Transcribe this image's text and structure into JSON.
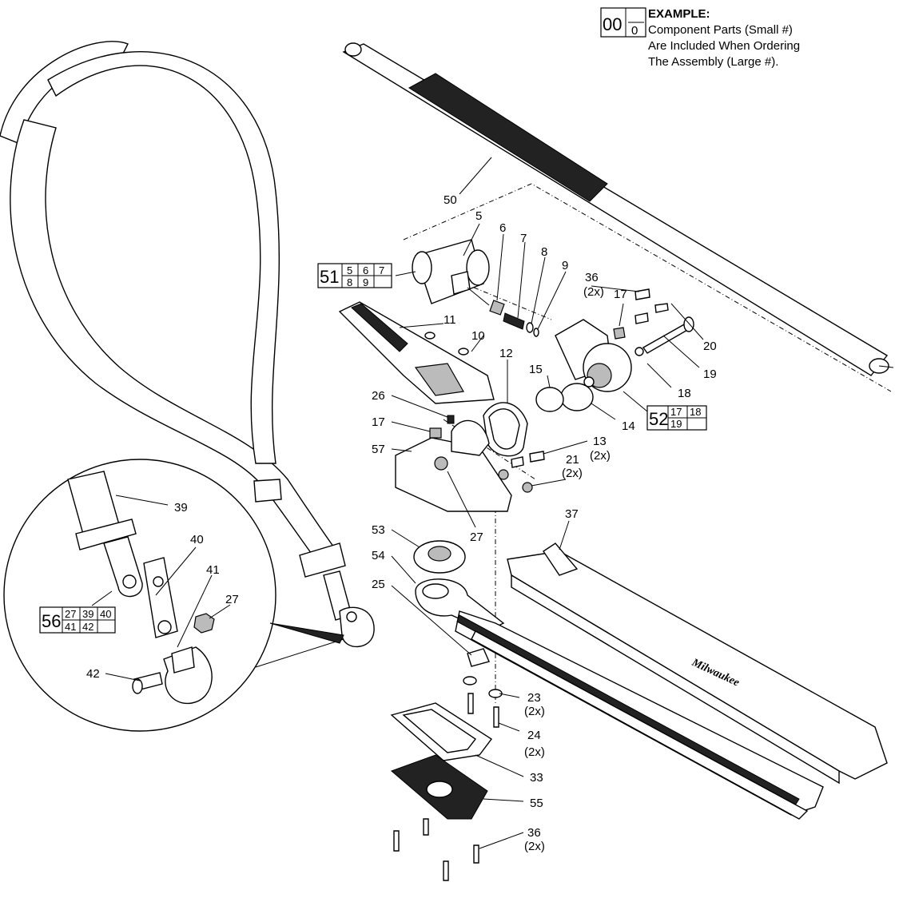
{
  "legend": {
    "big_example": "00",
    "small_example": "0",
    "title": "EXAMPLE:",
    "line1": "Component Parts (Small #)",
    "line2": "Are Included When Ordering",
    "line3": "The Assembly (Large #)."
  },
  "callouts": {
    "c5": "5",
    "c6": "6",
    "c7": "7",
    "c8": "8",
    "c9": "9",
    "c10": "10",
    "c11": "11",
    "c12": "12",
    "c13": "13",
    "c13q": "(2x)",
    "c14": "14",
    "c15": "15",
    "c17a": "17",
    "c17b": "17",
    "c18": "18",
    "c19": "19",
    "c20": "20",
    "c21": "21",
    "c21q": "(2x)",
    "c23": "23",
    "c23q": "(2x)",
    "c24": "24",
    "c24q": "(2x)",
    "c25": "25",
    "c26": "26",
    "c27a": "27",
    "c27b": "27",
    "c33": "33",
    "c36a": "36",
    "c36aq": "(2x)",
    "c36b": "36",
    "c36bq": "(2x)",
    "c37": "37",
    "c39": "39",
    "c40": "40",
    "c41": "41",
    "c42": "42",
    "c50": "50",
    "c53": "53",
    "c54": "54",
    "c55": "55",
    "c57": "57"
  },
  "assemblies": {
    "a51": {
      "main": "51",
      "subs": [
        "5",
        "6",
        "7",
        "8",
        "9",
        ""
      ]
    },
    "a52": {
      "main": "52",
      "subs": [
        "17",
        "18",
        "19",
        ""
      ]
    },
    "a56": {
      "main": "56",
      "subs": [
        "27",
        "39",
        "40",
        "41",
        "42",
        ""
      ]
    }
  },
  "brand_mark": "Milwaukee"
}
